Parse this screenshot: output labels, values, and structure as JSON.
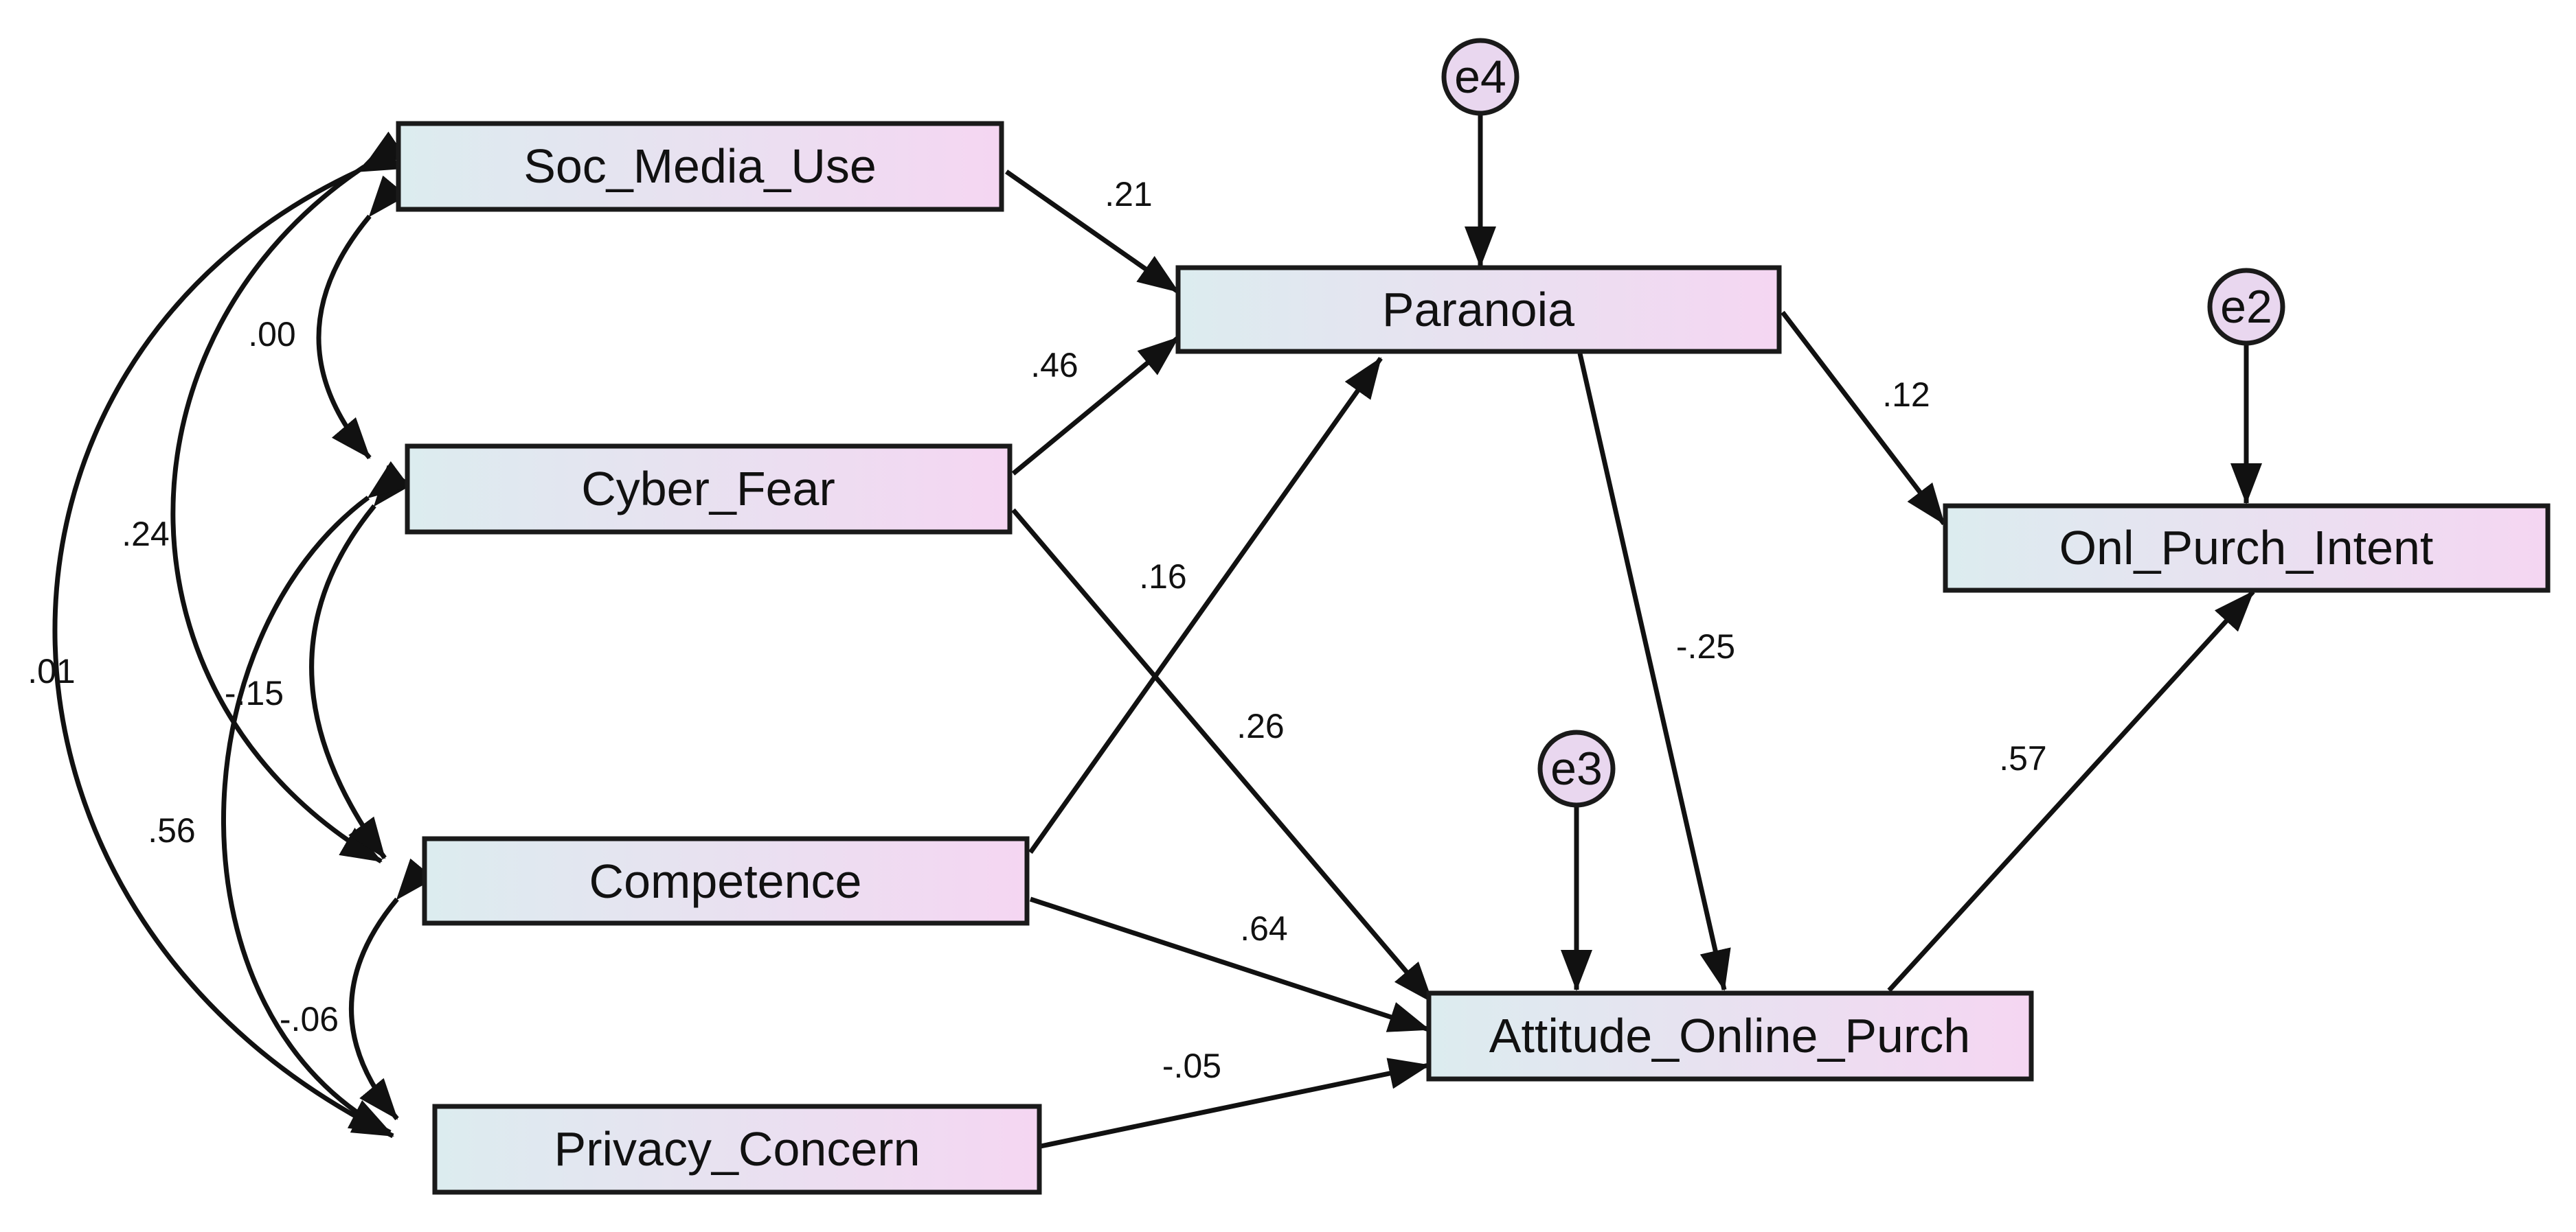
{
  "diagram": {
    "variables": {
      "soc_media_use": "Soc_Media_Use",
      "cyber_fear": "Cyber_Fear",
      "competence": "Competence",
      "privacy_concern": "Privacy_Concern",
      "paranoia": "Paranoia",
      "attitude_online_purch": "Attitude_Online_Purch",
      "onl_purch_intent": "Onl_Purch_Intent"
    },
    "errors": {
      "e4": "e4",
      "e3": "e3",
      "e2": "e2"
    },
    "paths": {
      "soc_media_use_to_paranoia": ".21",
      "cyber_fear_to_paranoia": ".46",
      "competence_to_paranoia": ".16",
      "cyber_fear_to_attitude": ".26",
      "paranoia_to_attitude": "-.25",
      "competence_to_attitude": ".64",
      "privacy_concern_to_attitude": "-.05",
      "paranoia_to_intent": ".12",
      "attitude_to_intent": ".57"
    },
    "covariances": {
      "soc_media_use_cyber_fear": ".00",
      "soc_media_use_competence": ".24",
      "soc_media_use_privacy_concern": ".01",
      "cyber_fear_competence": "-.15",
      "cyber_fear_privacy_concern": ".56",
      "competence_privacy_concern": "-.06"
    },
    "colors": {
      "box_gradient_start": "#dcecef",
      "box_gradient_end": "#f5d6f2",
      "error_fill": "#e9d7ef",
      "stroke": "#111111"
    }
  }
}
